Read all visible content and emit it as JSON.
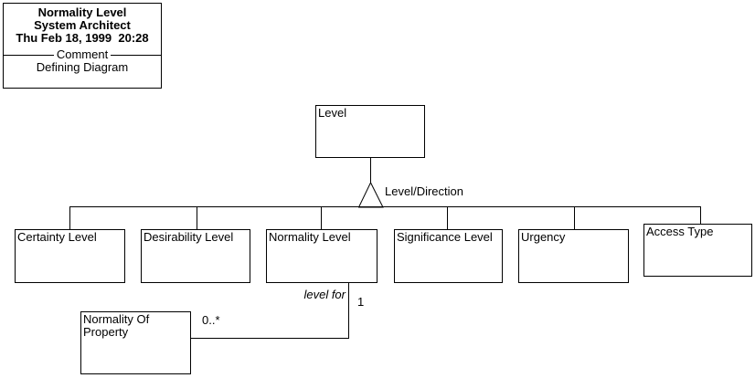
{
  "title_block": {
    "diagram_name": "Normality Level",
    "tool_name": "System Architect",
    "timestamp": "Thu Feb 18, 1999  20:28",
    "divider_label": "Comment",
    "comment_text": "Defining Diagram"
  },
  "diagram": {
    "supertype": {
      "label": "Level"
    },
    "generalization_label": "Level/Direction",
    "subtypes": [
      {
        "label": "Certainty Level"
      },
      {
        "label": "Desirability Level"
      },
      {
        "label": "Normality Level"
      },
      {
        "label": "Significance Level"
      },
      {
        "label": "Urgency"
      },
      {
        "label": "Access Type"
      }
    ],
    "association": {
      "name": "level for",
      "cardinality_near": "1",
      "cardinality_far": "0..*",
      "entity": {
        "label": "Normality Of Property"
      }
    }
  },
  "colors": {
    "line": "#000000",
    "background": "#ffffff"
  }
}
